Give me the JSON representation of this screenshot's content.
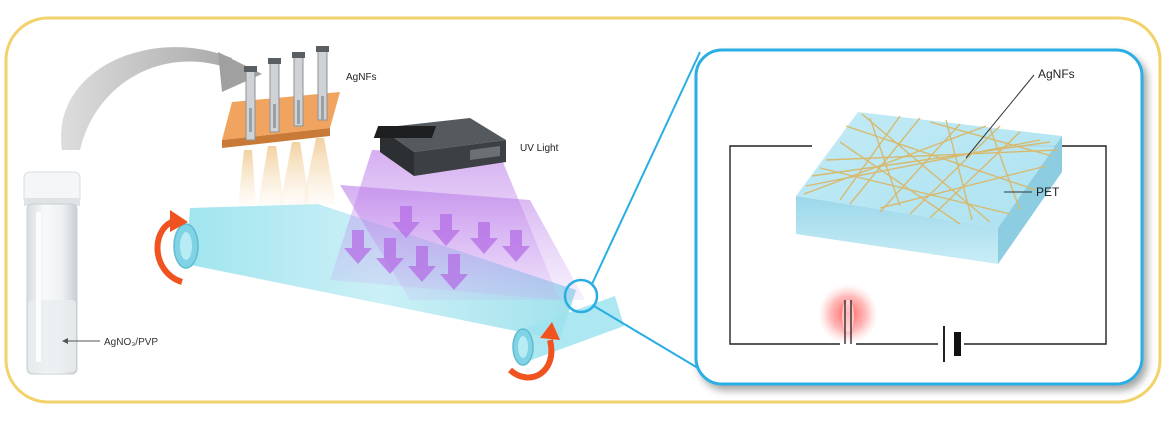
{
  "labels": {
    "solution": "AgNO₃/PVP",
    "nozzles": "AgNFs",
    "uv": "UV Light",
    "inset_fibers": "AgNFs",
    "inset_substrate": "PET"
  },
  "colors": {
    "frame_border": "#f2d26b",
    "inset_border": "#29aee3",
    "uv_glow": "#b46ee6",
    "film": "#9fe3ee",
    "arrow_orange": "#f0531f",
    "manifold": "#f0a460",
    "led_red": "#ff3b3b",
    "fiber": "#d9b86a"
  },
  "icons": {
    "transfer_arrow": "curved-arrow-icon",
    "battery": "battery-icon",
    "bulb": "glowing-led-icon"
  }
}
